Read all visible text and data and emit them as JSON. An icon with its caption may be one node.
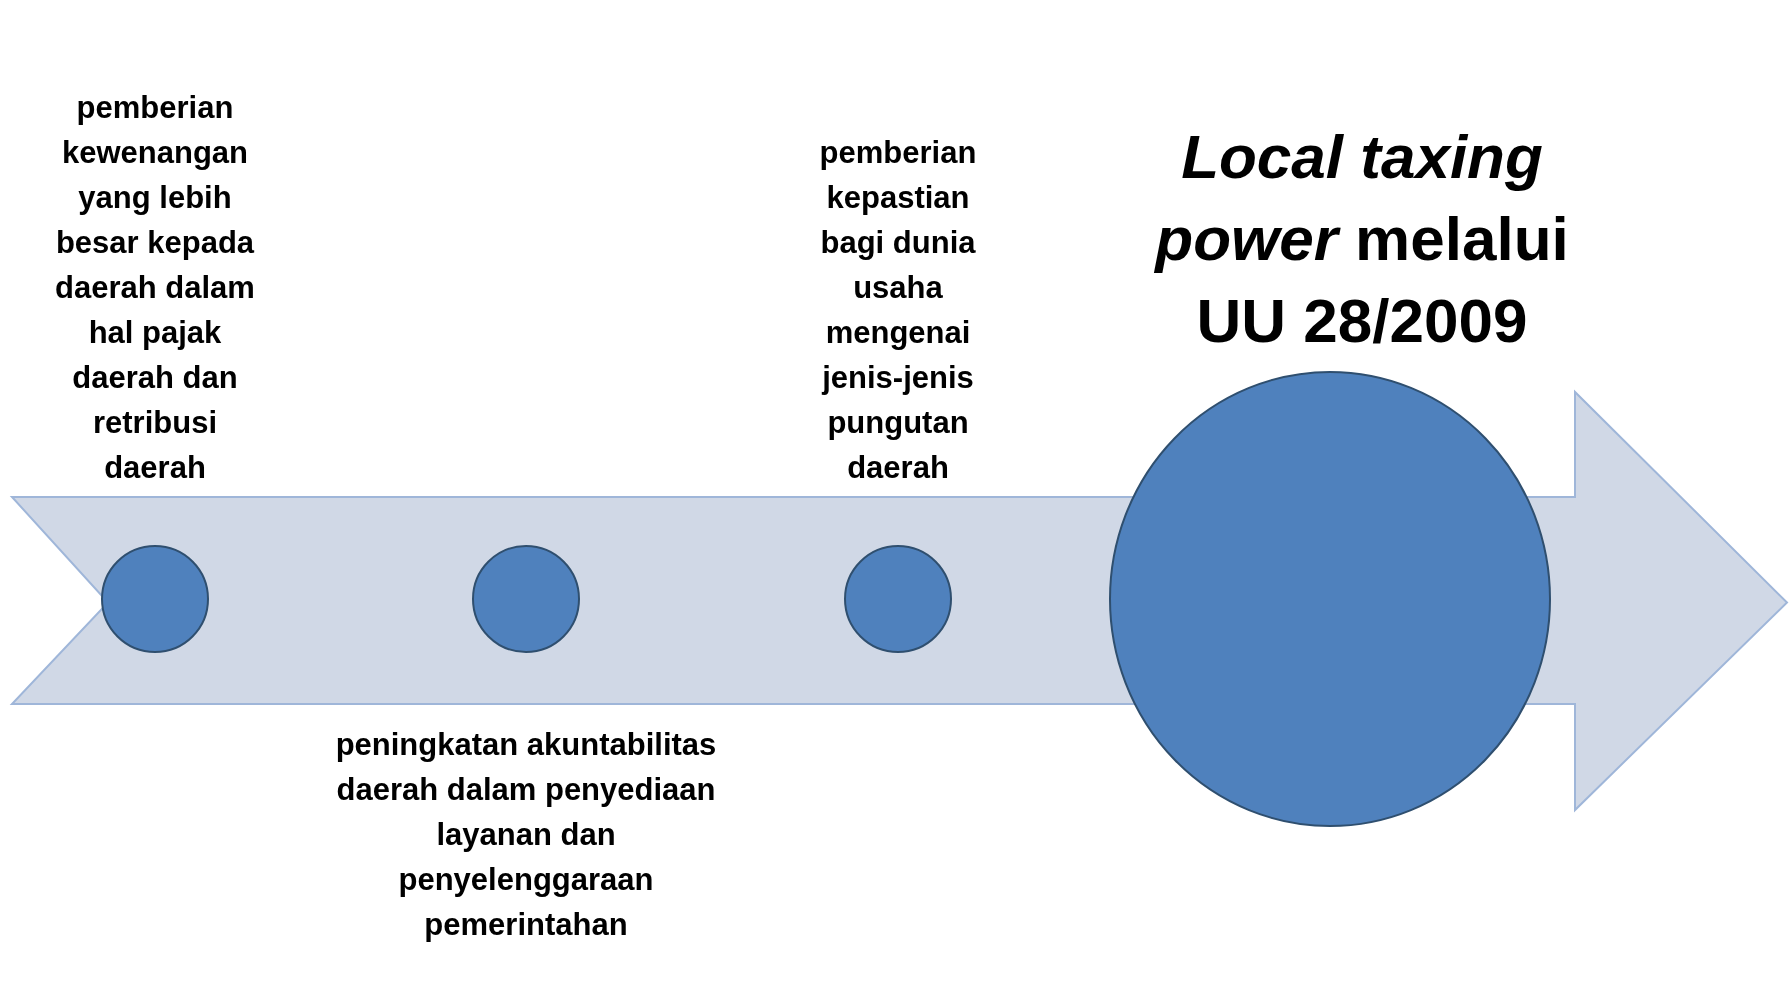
{
  "diagram": {
    "nodes": [
      {
        "text": [],
        "shape": "arrow"
      },
      {
        "text": [],
        "shape": "circle",
        "in": 0,
        "beside": [
          "pemberian kewenangan yang lebih besar kepada daerah dalam hal pajak daerah dan retribusi daerah"
        ]
      },
      {
        "text": [],
        "shape": "circle",
        "in": 0,
        "beside": [
          "peningkatan akuntabilitas daerah dalam penyediaan layanan dan penyelenggaraan pemerintahan"
        ]
      },
      {
        "text": [],
        "shape": "circle",
        "in": 0,
        "beside": [
          "pemberian kepastian bagi dunia usaha mengenai jenis-jenis pungutan daerah"
        ]
      },
      {
        "text": [],
        "shape": "circle",
        "beside": [
          "*Local taxing power* melalui UU 28/2009"
        ]
      }
    ]
  }
}
